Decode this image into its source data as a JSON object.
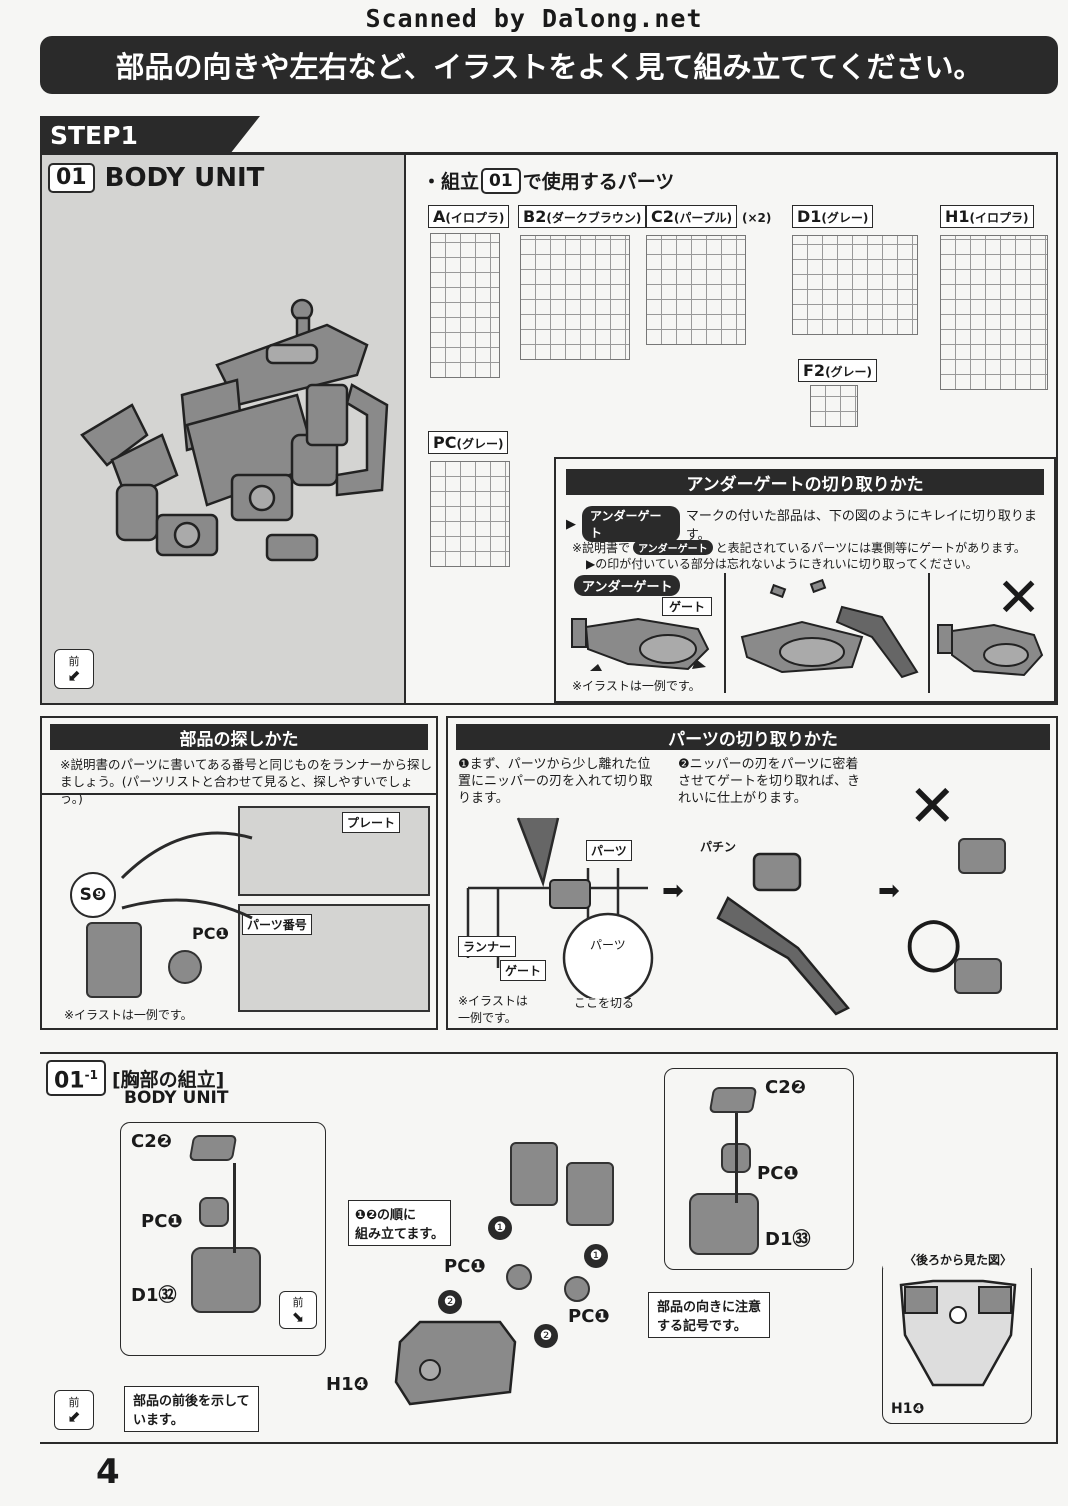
{
  "watermark": "Scanned by Dalong.net",
  "banner": "部品の向きや左右など、イラストをよく見て組み立ててください。",
  "step": "STEP1",
  "section01": {
    "num": "01",
    "title": "BODY UNIT",
    "front_mark": "前"
  },
  "parts_used": {
    "header_prefix": "・組立",
    "header_num": "01",
    "header_suffix": "で使用するパーツ",
    "runners": [
      {
        "id": "A",
        "color": "(イロプラ)"
      },
      {
        "id": "B2",
        "color": "(ダークブラウン)"
      },
      {
        "id": "C2",
        "color": "(パープル)",
        "qty": "(×2)"
      },
      {
        "id": "D1",
        "color": "(グレー)"
      },
      {
        "id": "H1",
        "color": "(イロプラ)"
      },
      {
        "id": "F2",
        "color": "(グレー)"
      },
      {
        "id": "PC",
        "color": "(グレー)"
      }
    ]
  },
  "under_gate": {
    "title": "アンダーゲートの切り取りかた",
    "mark": "アンダーゲート",
    "desc": "マークの付いた部品は、下の図のようにキレイに切り取ります。",
    "note1_a": "※説明書で",
    "note1_b": "と表記されているパーツには裏側等にゲートがあります。",
    "note2": "▶の印が付いている部分は忘れないようにきれいに切り取ってください。",
    "tag": "アンダーゲート",
    "gate": "ゲート",
    "example": "※イラストは一例です。",
    "cross": "✕"
  },
  "find_parts": {
    "title": "部品の探しかた",
    "note": "※説明書のパーツに書いてある番号と同じものをランナーから探しましょう。(パーツリストと合わせて見ると、探しやすいでしょう。)",
    "plate": "プレート",
    "part_no": "パーツ番号",
    "s9": "S❾",
    "pc1": "PC❶",
    "example": "※イラストは一例です。"
  },
  "cut_parts": {
    "title": "パーツの切り取りかた",
    "step1": "❶まず、パーツから少し離れた位置にニッパーの刃を入れて切り取ります。",
    "step2": "❷ニッパーの刃をパーツに密着させてゲートを切り取れば、きれいに仕上がります。",
    "parts": "パーツ",
    "runner": "ランナー",
    "gate": "ゲート",
    "parts2": "パーツ",
    "cut_here": "ここを切る",
    "snap": "パチン",
    "example": "※イラストは\n一例です。",
    "bad": "✕",
    "good": "○"
  },
  "section011": {
    "num": "01",
    "sub": "-1",
    "title": "[胸部の組立]",
    "subtitle": "BODY UNIT",
    "left": {
      "c2": "C2❷",
      "pc": "PC❶",
      "d1": "D1㉜",
      "front": "前"
    },
    "right": {
      "c2": "C2❷",
      "pc": "PC❶",
      "d1": "D1㉝"
    },
    "order_note": "❶❷の順に\n組み立てます。",
    "pc_left": "PC❶",
    "pc_right": "PC❶",
    "direction_note": "部品の向きに注意\nする記号です。",
    "h1": "H1❹",
    "back_view": "〈後ろから見た図〉",
    "back_h1": "H1❹",
    "front_note": "部品の前後を示して\nいます。",
    "front_mark": "前",
    "step1": "❶",
    "step2": "❷"
  },
  "page_number": "4"
}
